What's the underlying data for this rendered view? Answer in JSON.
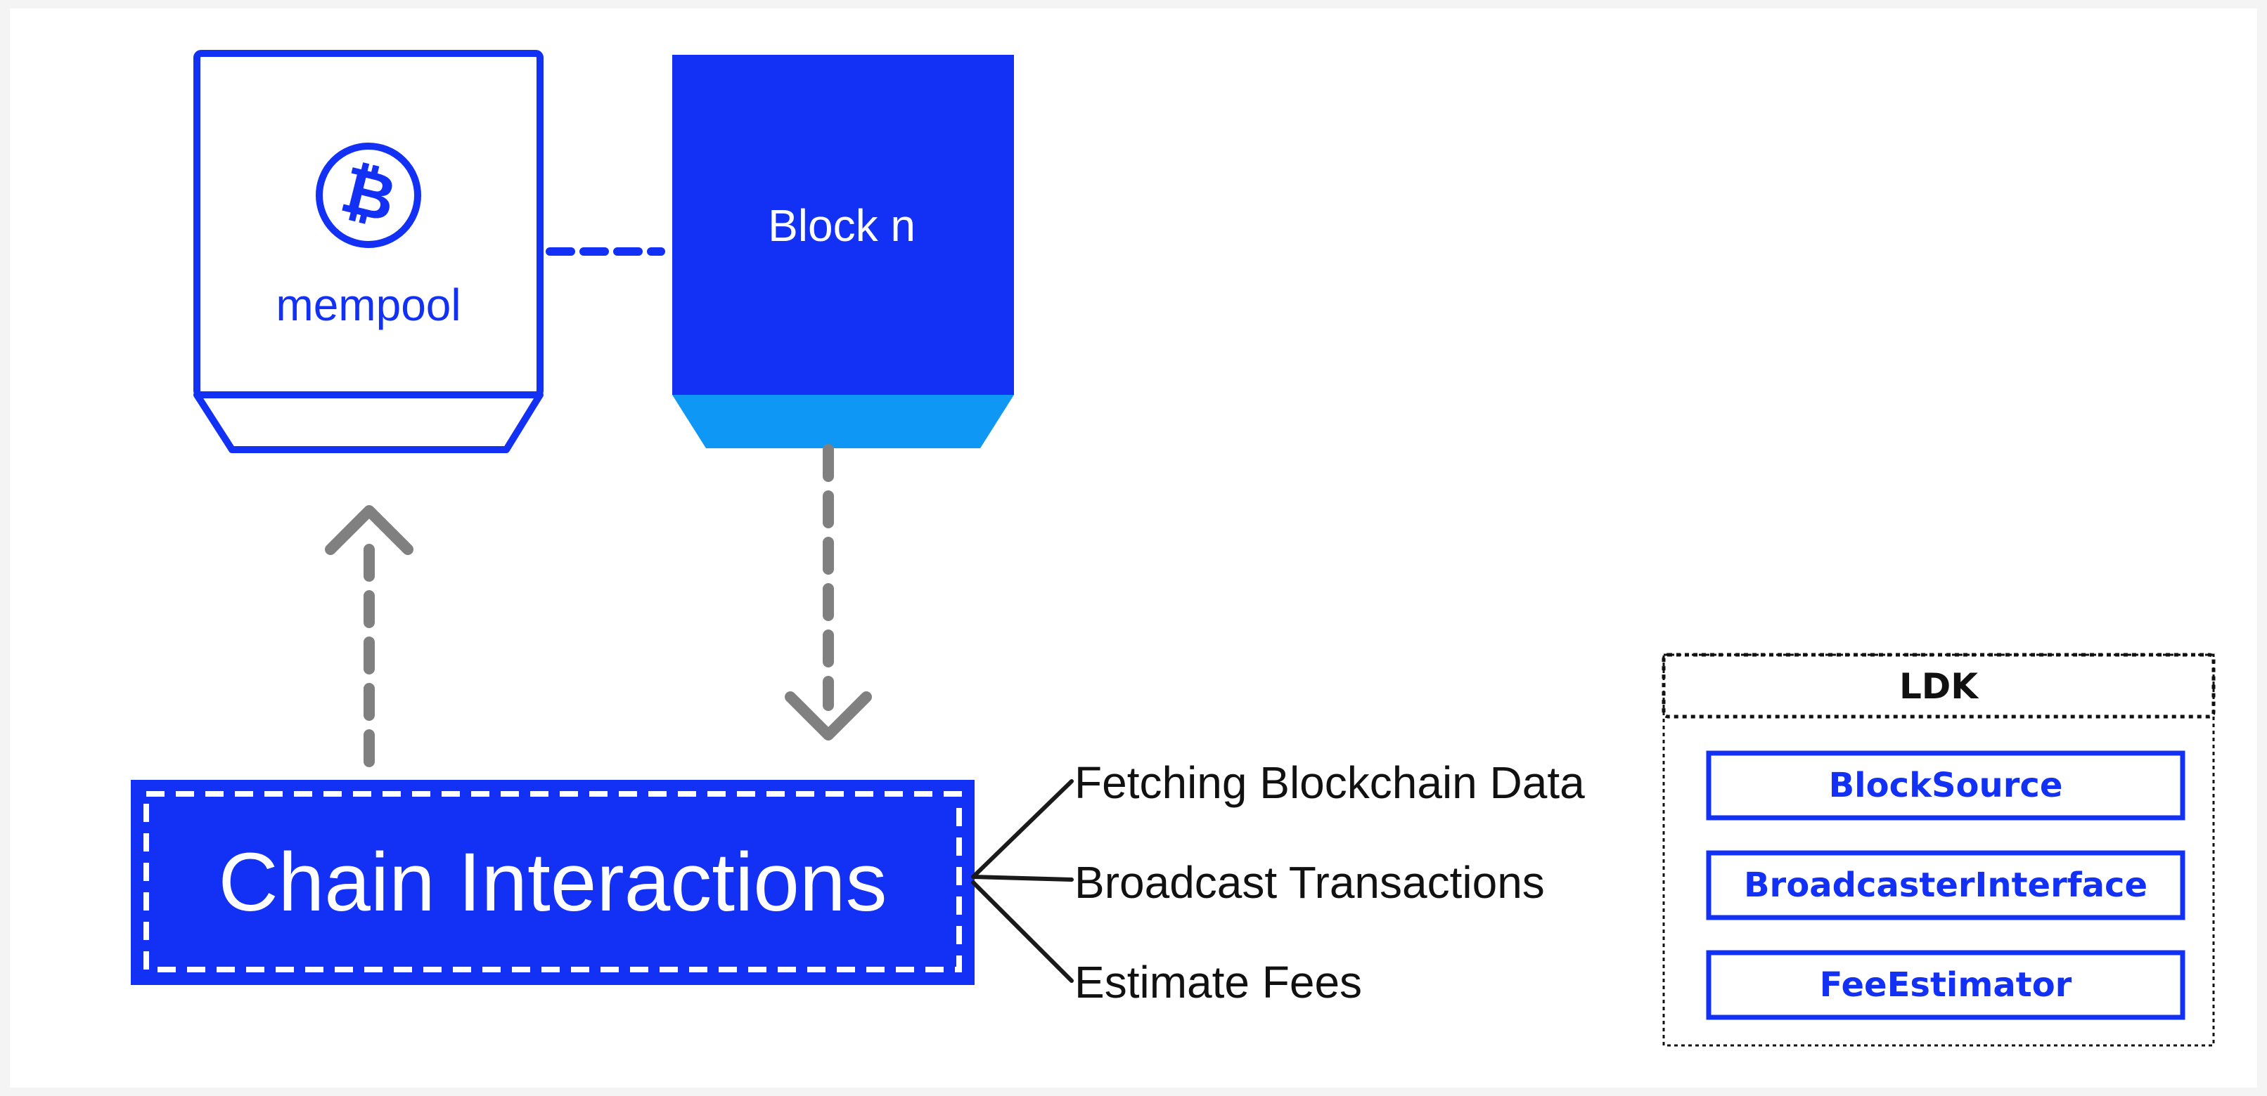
{
  "colors": {
    "canvas": "#f4f4f4",
    "panel": "#ffffff",
    "brand_blue": "#1331f5",
    "block_base_blue": "#0f97f5",
    "arrow_gray": "#808080",
    "connector_black": "#1a1a1a",
    "text_dark": "#111111",
    "white": "#ffffff"
  },
  "mempool": {
    "icon": "bitcoin-icon",
    "label": "mempool"
  },
  "block": {
    "label": "Block n"
  },
  "chain_interactions": {
    "label": "Chain Interactions"
  },
  "functions": [
    "Fetching Blockchain Data",
    "Broadcast Transactions",
    "Estimate Fees"
  ],
  "ldk": {
    "title": "LDK",
    "items": [
      "BlockSource",
      "BroadcasterInterface",
      "FeeEstimator"
    ]
  }
}
